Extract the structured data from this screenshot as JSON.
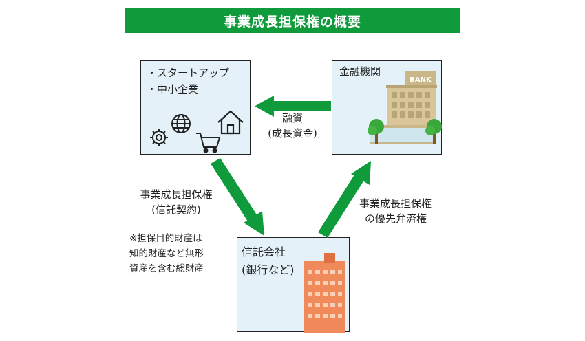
{
  "title": "事業成長担保権の概要",
  "startup_box": {
    "lines": [
      "・スタートアップ",
      "・中小企業"
    ],
    "icons": [
      "gear-icon",
      "globe-icon",
      "shopping-cart-icon",
      "house-icon"
    ]
  },
  "bank_box": {
    "title": "金融機関",
    "building_sign": "BANK"
  },
  "trust_box": {
    "lines": [
      "信託会社",
      "(銀行など)"
    ]
  },
  "arrow_loan": {
    "line1": "融資",
    "line2": "(成長資金)"
  },
  "arrow_trust": {
    "line1": "事業成長担保権",
    "line2": "(信託契約)"
  },
  "note": {
    "lines": [
      "※担保目的財産は",
      "知的財産など無形",
      "資産を含む総財産"
    ]
  },
  "arrow_priority": {
    "line1": "事業成長担保権",
    "line2": "の優先弁済権"
  },
  "colors": {
    "title_bg": "#0f9a3c",
    "arrow": "#0f9a3c",
    "box_bg": "#e4f1f8",
    "trust_building": "#f08a5a",
    "bank_building": "#d8c59a",
    "tree": "#3aa83a"
  }
}
